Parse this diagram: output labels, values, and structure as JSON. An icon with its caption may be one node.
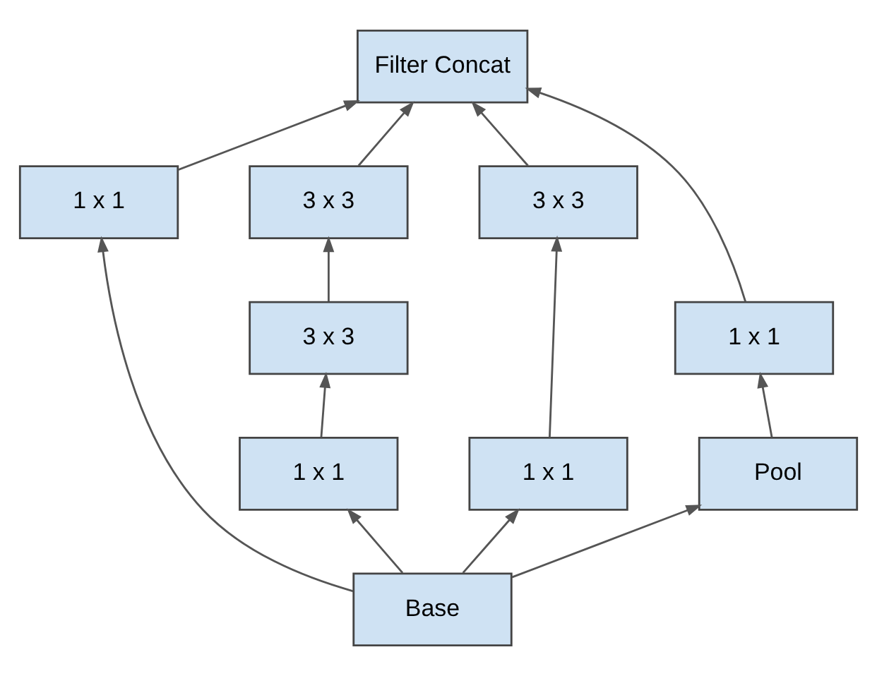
{
  "diagram": {
    "nodes": [
      {
        "text": [
          "Filter Concat"
        ]
      },
      {
        "text": [
          "3 x 3"
        ]
      },
      {
        "text": [
          "3 x 3"
        ]
      },
      {
        "text": [
          "3 x 3"
        ]
      },
      {
        "text": [
          "1 x 1"
        ]
      },
      {
        "text": [
          "1 x 1"
        ]
      },
      {
        "text": [
          "1 x 1"
        ]
      },
      {
        "text": [
          "1 x 1"
        ]
      },
      {
        "text": [
          "Pool"
        ]
      },
      {
        "text": [
          "Base"
        ]
      }
    ],
    "edges": [
      {
        "from": 9,
        "to": 6,
        "arrow": "to"
      },
      {
        "from": 9,
        "to": 7,
        "arrow": "to"
      },
      {
        "from": 9,
        "to": 8,
        "arrow": "to"
      },
      {
        "from": 9,
        "to": 5,
        "arrow": "to"
      },
      {
        "from": 6,
        "to": 2,
        "arrow": "to"
      },
      {
        "from": 2,
        "to": 1,
        "arrow": "to"
      },
      {
        "from": 7,
        "to": 3,
        "arrow": "to"
      },
      {
        "from": 8,
        "to": 4,
        "arrow": "to"
      },
      {
        "from": 1,
        "to": 0,
        "arrow": "to"
      },
      {
        "from": 3,
        "to": 0,
        "arrow": "to"
      },
      {
        "from": 4,
        "to": 0,
        "arrow": "to"
      },
      {
        "from": 5,
        "to": 0,
        "arrow": "to"
      }
    ]
  }
}
